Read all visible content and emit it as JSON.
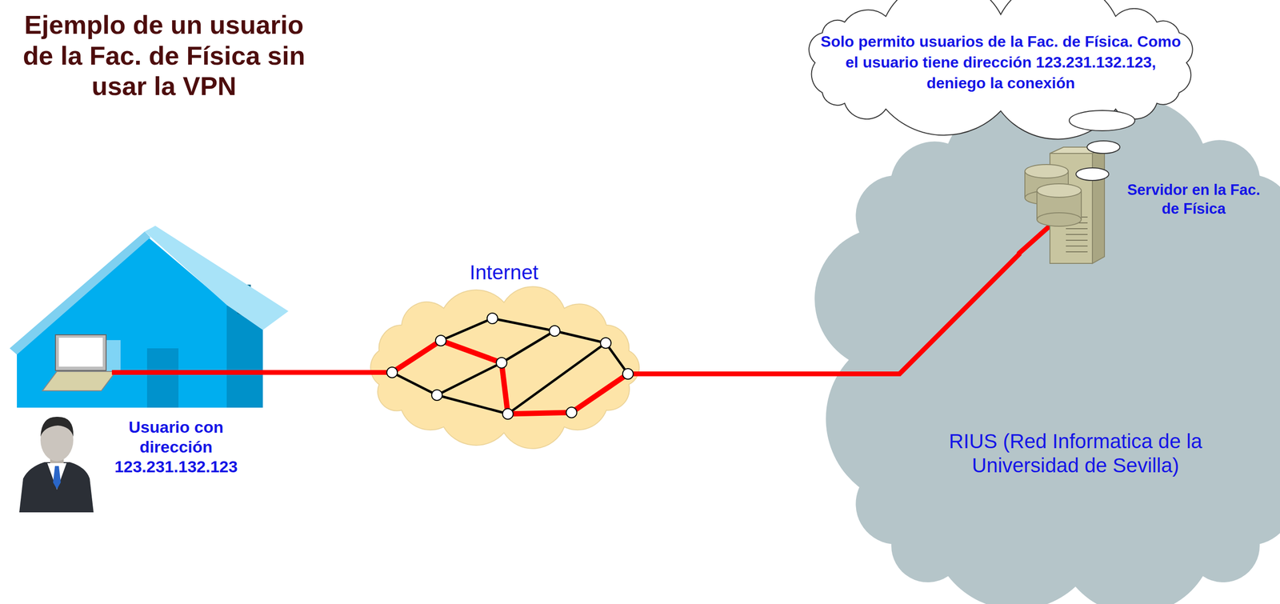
{
  "diagram": {
    "title": "Ejemplo de un usuario de la Fac. de Física sin usar la VPN",
    "nodes": [
      {
        "text": [
          "Usuario con dirección 123.231.132.123"
        ]
      },
      {
        "text": [
          "Internet"
        ]
      },
      {
        "text": [
          "Solo permito usuarios de la Fac. de Física. Como el usuario tiene dirección 123.231.132.123, deniego la conexión"
        ]
      },
      {
        "text": [
          "RIUS (Red Informatica de la Universidad de Sevilla)"
        ]
      },
      {
        "text": [
          "Servidor en la Fac. de Física"
        ],
        "in": 3
      }
    ],
    "edges": [
      {
        "from": 0,
        "to": 1,
        "arrow": "none"
      },
      {
        "from": 1,
        "to": 4,
        "arrow": "none"
      }
    ]
  }
}
